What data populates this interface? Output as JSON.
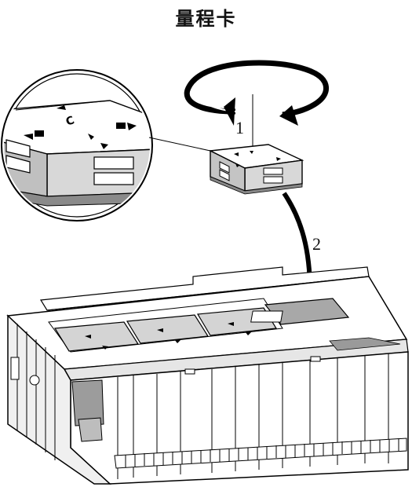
{
  "diagram": {
    "title": "量程卡",
    "steps": [
      {
        "label": "1"
      },
      {
        "label": "2"
      }
    ]
  }
}
